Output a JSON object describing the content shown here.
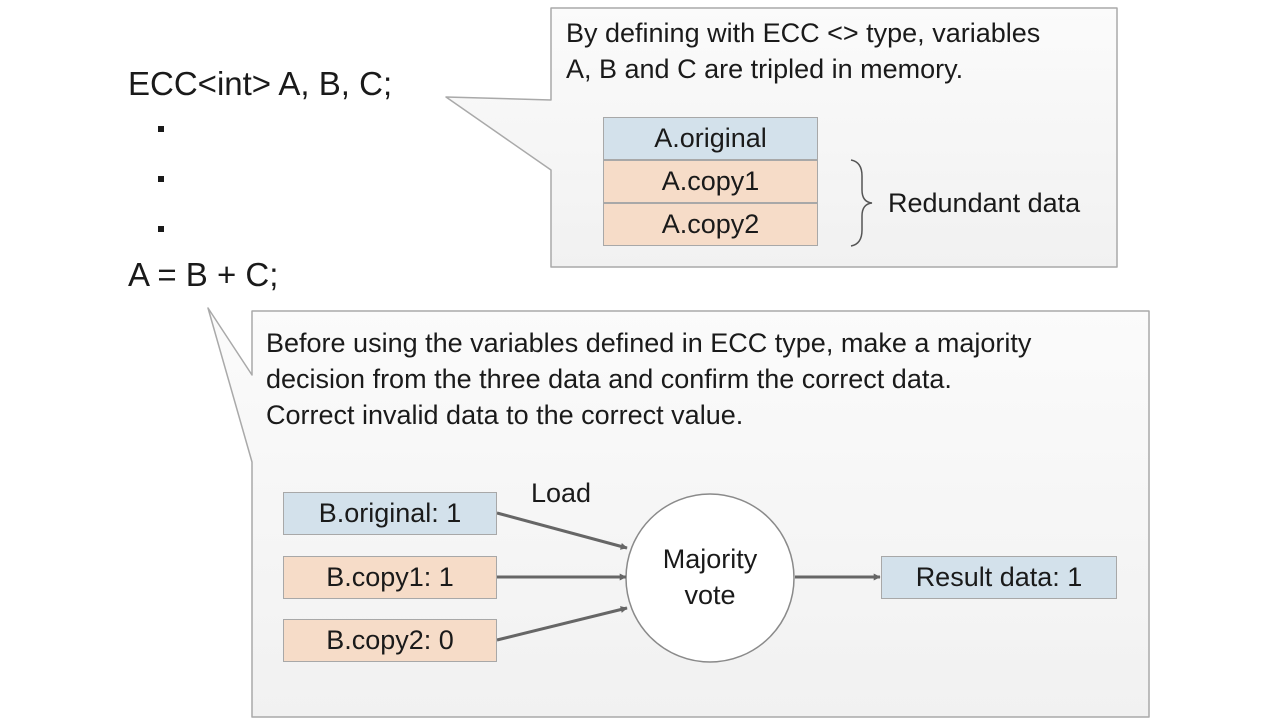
{
  "code": {
    "declaration": "ECC<int> A, B, C;",
    "statement": "A = B + C;"
  },
  "memory_callout": {
    "text_line1": "By defining with ECC <> type, variables",
    "text_line2": "A, B and C are tripled in memory.",
    "cells": [
      "A.original",
      "A.copy1",
      "A.copy2"
    ],
    "brace_label": "Redundant data"
  },
  "vote_callout": {
    "text_line1": "Before using the variables defined in ECC type, make a majority",
    "text_line2": "decision from the three data and confirm the correct data.",
    "text_line3": "Correct invalid data to the correct value.",
    "inputs": [
      "B.original: 1",
      "B.copy1: 1",
      "B.copy2: 0"
    ],
    "load_label": "Load",
    "vote_line1": "Majority",
    "vote_line2": "vote",
    "result": "Result data: 1"
  },
  "colors": {
    "original_fill": "#d3e1eb",
    "copy_fill": "#f6dcc8",
    "callout_fill": "#f7f7f7",
    "line": "#555555"
  }
}
